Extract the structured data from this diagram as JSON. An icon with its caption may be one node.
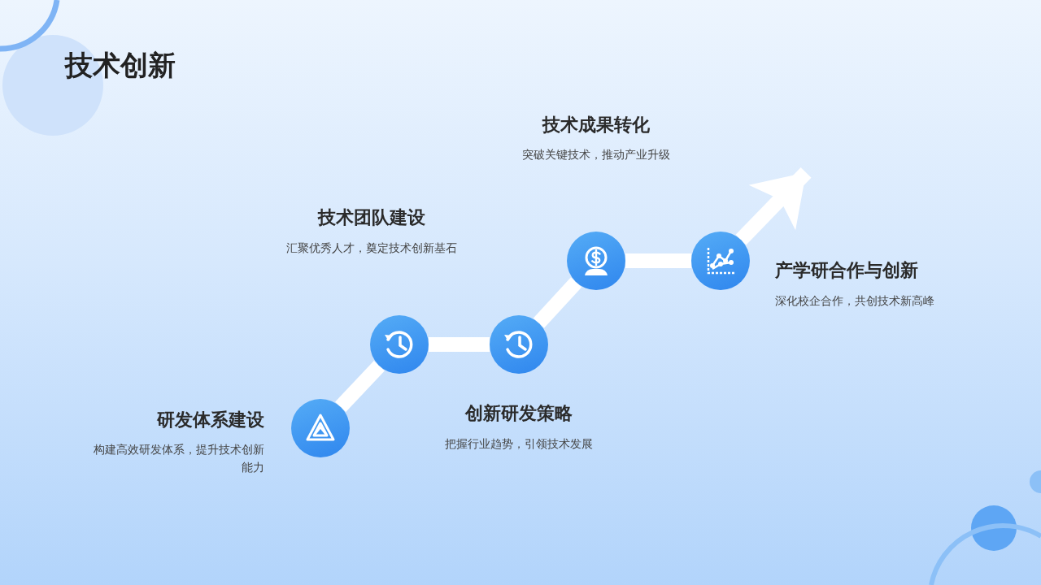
{
  "diagram": {
    "title": "技术创新",
    "nodes": [
      {
        "text": [],
        "shape": "circle"
      },
      {
        "text": [],
        "shape": "circle"
      },
      {
        "text": [],
        "shape": "circle"
      },
      {
        "text": [],
        "shape": "circle"
      },
      {
        "text": [],
        "shape": "circle"
      }
    ],
    "edges": [
      {
        "from": 0,
        "to": 1,
        "arrow": "none"
      },
      {
        "from": 1,
        "to": 2,
        "arrow": "none"
      },
      {
        "from": 2,
        "to": 3,
        "arrow": "none"
      },
      {
        "from": 3,
        "to": 4,
        "arrow": "none"
      },
      {
        "from": 4,
        "to": null,
        "arrow": "to"
      }
    ],
    "labels": [
      "技术成果转化",
      "突破关键技术，推动产业升级",
      "技术团队建设",
      "汇聚优秀人才，奠定技术创新基石",
      "产学研合作与创新",
      "深化校企合作，共创技术新高峰",
      "创新研发策略",
      "研发体系建设",
      "构建高效研发体系，提升技术创新能力",
      "把握行业趋势，引领技术发展"
    ]
  }
}
